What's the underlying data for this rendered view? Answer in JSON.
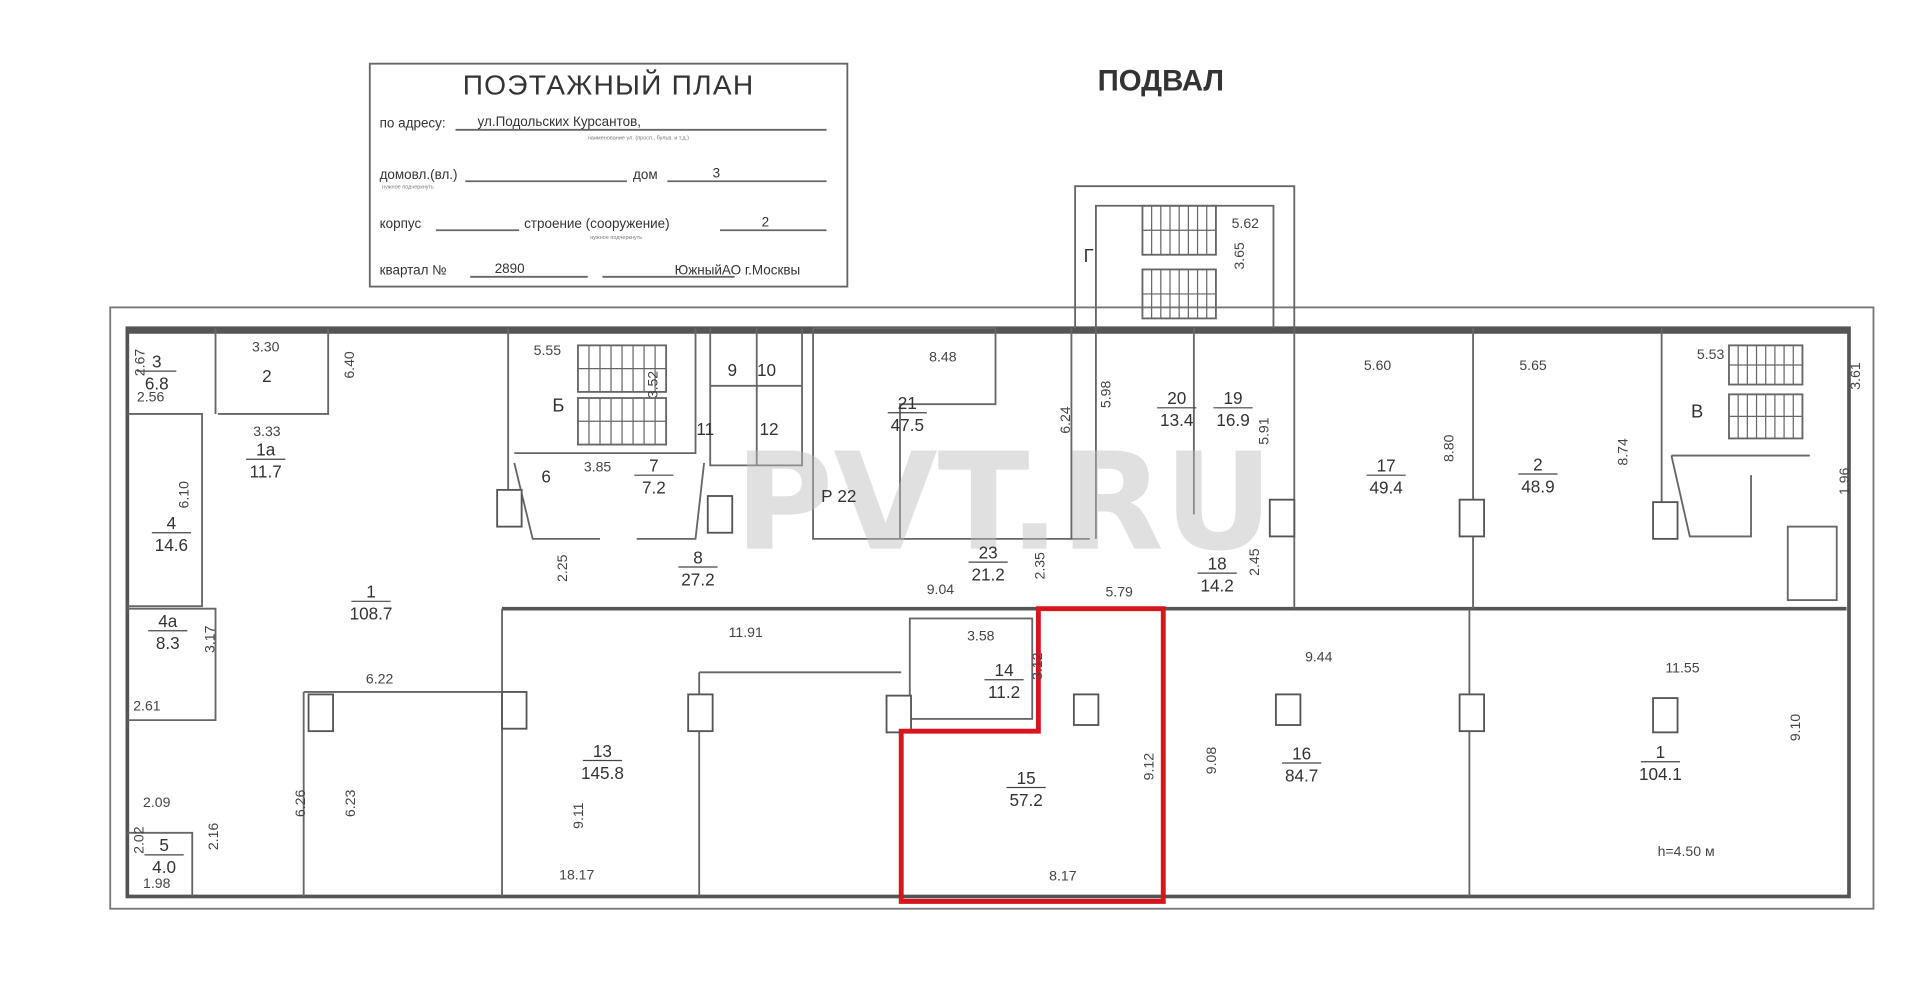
{
  "title_block": {
    "title": "ПОЭТАЖНЫЙ ПЛАН",
    "address_label": "по адресу:",
    "address_value": "ул.Подольских Курсантов,",
    "address_hint": "наименование ул. (просп., бульв. и т.д.)",
    "domovl_label": "домовл.(вл.)",
    "domovl_hint": "нужное подчеркнуть",
    "dom_label": "дом",
    "dom_value": "3",
    "korpus_label": "корпус",
    "stroenie_label": "строение (сооружение)",
    "stroenie_value": "2",
    "stroenie_hint": "нужное подчеркнуть",
    "kvartal_label": "квартал №",
    "kvartal_value": "2890",
    "district": "ЮжныйАО г.Москвы"
  },
  "floor_heading": "ПОДВАЛ",
  "watermark": "PVT.RU",
  "highlight_color": "#d8141c",
  "ceiling_height": "h=4.50 м",
  "stairs": [
    "Б",
    "Г",
    "В"
  ],
  "rooms": [
    {
      "num": "3",
      "area": "6.8"
    },
    {
      "num": "2",
      "area": ""
    },
    {
      "num": "1а",
      "area": "11.7"
    },
    {
      "num": "4",
      "area": "14.6"
    },
    {
      "num": "4а",
      "area": "8.3"
    },
    {
      "num": "1",
      "area": "108.7"
    },
    {
      "num": "5",
      "area": "4.0"
    },
    {
      "num": "6",
      "area": ""
    },
    {
      "num": "7",
      "area": "7.2"
    },
    {
      "num": "8",
      "area": "27.2"
    },
    {
      "num": "9",
      "area": ""
    },
    {
      "num": "10",
      "area": ""
    },
    {
      "num": "11",
      "area": ""
    },
    {
      "num": "12",
      "area": ""
    },
    {
      "num": "21",
      "area": "47.5"
    },
    {
      "num": "Р 22",
      "area": ""
    },
    {
      "num": "20",
      "area": "13.4"
    },
    {
      "num": "19",
      "area": "16.9"
    },
    {
      "num": "23",
      "area": "21.2"
    },
    {
      "num": "18",
      "area": "14.2"
    },
    {
      "num": "17",
      "area": "49.4"
    },
    {
      "num": "2",
      "area": "48.9"
    },
    {
      "num": "14",
      "area": "11.2"
    },
    {
      "num": "15",
      "area": "57.2",
      "highlighted": true
    },
    {
      "num": "13",
      "area": "145.8"
    },
    {
      "num": "16",
      "area": "84.7"
    },
    {
      "num": "1",
      "area": "104.1"
    }
  ],
  "dimensions": [
    "2.67",
    "2.56",
    "3.30",
    "3.33",
    "6.40",
    "6.10",
    "3.17",
    "2.61",
    "6.22",
    "2.09",
    "2.02",
    "2.16",
    "1.98",
    "6.26",
    "6.23",
    "9.11",
    "18.17",
    "11.91",
    "2.25",
    "5.55",
    "3.52",
    "3.85",
    "8.48",
    "6.24",
    "5.98",
    "5.91",
    "9.04",
    "2.35",
    "5.79",
    "2.45",
    "5.62",
    "3.65",
    "5.60",
    "8.80",
    "5.65",
    "8.74",
    "5.53",
    "3.61",
    "1.96",
    "9.44",
    "11.55",
    "9.10",
    "3.58",
    "3.12",
    "9.12",
    "9.08",
    "8.17"
  ]
}
